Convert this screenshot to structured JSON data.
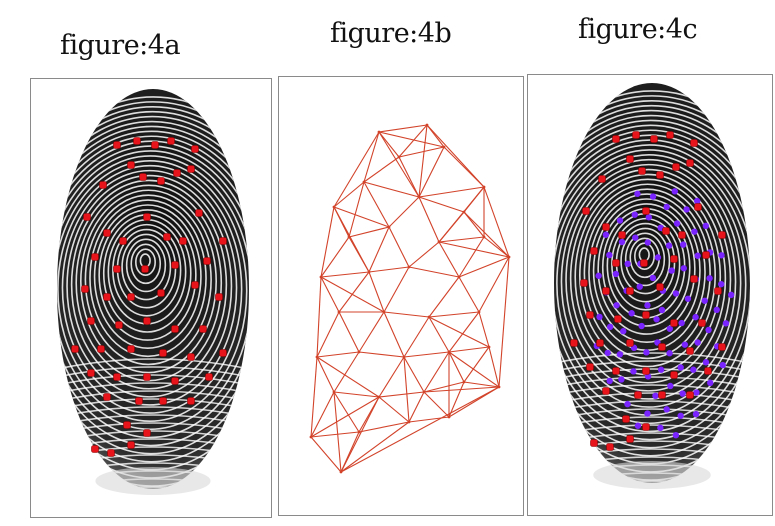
{
  "captions": {
    "a": "figure:4a",
    "b": "figure:4b",
    "c": "figure:4c"
  },
  "colors": {
    "minutiae": "#e8141c",
    "triangulation": "#d2432a",
    "extra_points": "#7a24ff",
    "ridge_dark": "#1a1a1a",
    "ridge_light": "#ffffff",
    "frame": "#8a8a8a"
  }
}
